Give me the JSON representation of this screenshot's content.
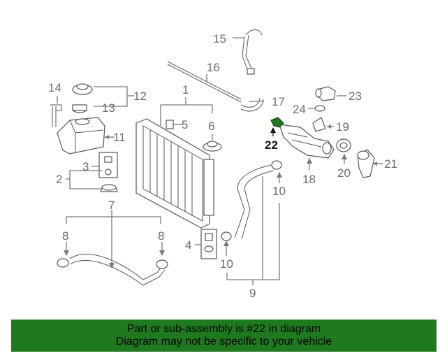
{
  "callouts": {
    "c1": "1",
    "c2": "2",
    "c3": "3",
    "c4": "4",
    "c5": "5",
    "c6": "6",
    "c7": "7",
    "c8a": "8",
    "c8b": "8",
    "c9": "9",
    "c10a": "10",
    "c10b": "10",
    "c11": "11",
    "c12": "12",
    "c13": "13",
    "c14": "14",
    "c15": "15",
    "c16": "16",
    "c17": "17",
    "c18": "18",
    "c19": "19",
    "c20": "20",
    "c21": "21",
    "c22": "22",
    "c23": "23",
    "c24": "24"
  },
  "highlight_color": "#1f7a1f",
  "banner": {
    "line1": "Part or sub-assembly is #22 in diagram",
    "line2": "Diagram may not be specific to your vehicle"
  }
}
